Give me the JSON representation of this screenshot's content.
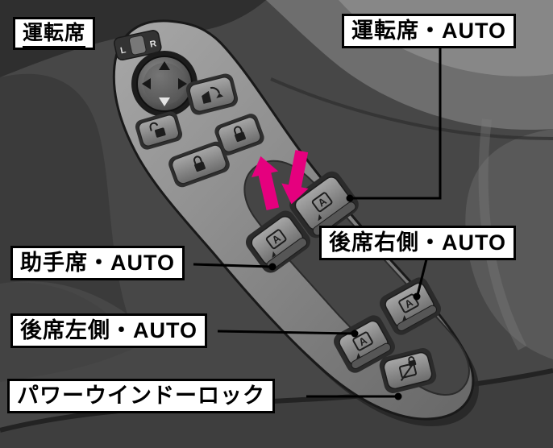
{
  "figure": {
    "title_label": "運転席"
  },
  "callouts": {
    "driver_auto": "運転席・AUTO",
    "passenger_auto": "助手席・AUTO",
    "rear_right_auto": "後席右側・AUTO",
    "rear_left_auto": "後席左側・AUTO",
    "power_window_lock": "パワーウインドーロック"
  },
  "switch_panel": {
    "mirror_selector": {
      "left": "L",
      "right": "R"
    },
    "auto_window_letter": "A",
    "icons": [
      "mirror-adjust-joystick",
      "mirror-fold-icon",
      "door-unlock-icon",
      "door-lock-icon",
      "window-auto-icon",
      "window-lock-icon"
    ]
  },
  "annotation_arrows": {
    "up_arrow_color": "#E5007E",
    "down_arrow_color": "#E5007E"
  },
  "colors": {
    "label_background": "#FFFFFF",
    "label_border": "#000000",
    "callout_line": "#000000",
    "door_base": "#474747",
    "panel_face": "#8E8E8E",
    "arrow_magenta": "#E5007E"
  }
}
